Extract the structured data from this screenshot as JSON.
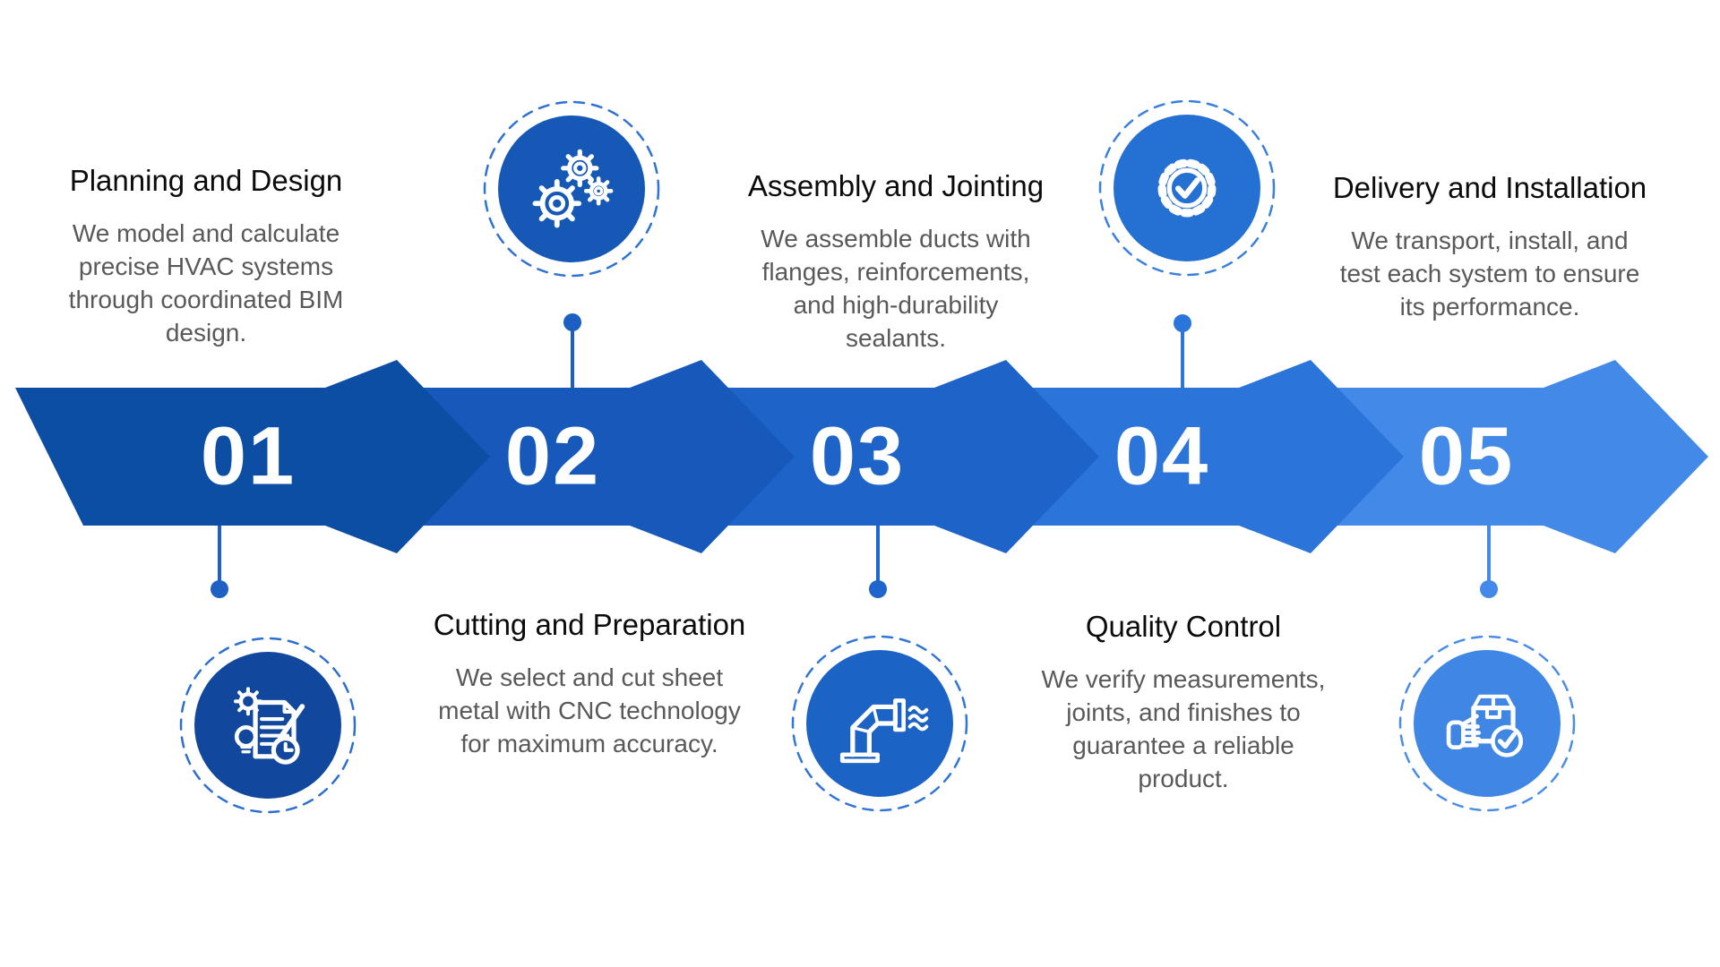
{
  "colors": {
    "background": "#FFFFFF",
    "number_text": "#FFFFFF",
    "title_text": "#0B0B0B",
    "description_text": "#595959"
  },
  "steps": [
    {
      "number": "01",
      "title": "Planning and Design",
      "description": "We model and calculate\nprecise HVAC systems\nthrough coordinated BIM\ndesign.",
      "icon": "planning-document-icon",
      "colors": {
        "arrow": "#0D4EA5",
        "circle": "#11489E",
        "ring": "#2D6FD0",
        "dot": "#1E60C4"
      }
    },
    {
      "number": "02",
      "title": "Cutting and Preparation",
      "description": "We select and cut sheet\nmetal with CNC technology\nfor maximum accuracy.",
      "icon": "gears-icon",
      "colors": {
        "arrow": "#1759BB",
        "circle": "#1558B6",
        "ring": "#2E72D3",
        "dot": "#1B5FC2"
      }
    },
    {
      "number": "03",
      "title": "Assembly and Jointing",
      "description": "We assemble ducts with\nflanges, reinforcements,\nand high-durability\nsealants.",
      "icon": "air-duct-icon",
      "colors": {
        "arrow": "#1E64C8",
        "circle": "#1C63C6",
        "ring": "#3076D7",
        "dot": "#1E66CC"
      }
    },
    {
      "number": "04",
      "title": "Quality Control",
      "description": "We verify measurements,\njoints, and finishes to\nguarantee a reliable\nproduct.",
      "icon": "quality-badge-check-icon",
      "colors": {
        "arrow": "#2B74D9",
        "circle": "#2571D3",
        "ring": "#3A80DE",
        "dot": "#2B76DC"
      }
    },
    {
      "number": "05",
      "title": "Delivery and Installation",
      "description": "We transport, install, and\ntest each system to ensure\nits performance.",
      "icon": "delivery-box-check-icon",
      "colors": {
        "arrow": "#4389E8",
        "circle": "#3F86E5",
        "ring": "#4A8DE8",
        "dot": "#4389E8"
      }
    }
  ]
}
